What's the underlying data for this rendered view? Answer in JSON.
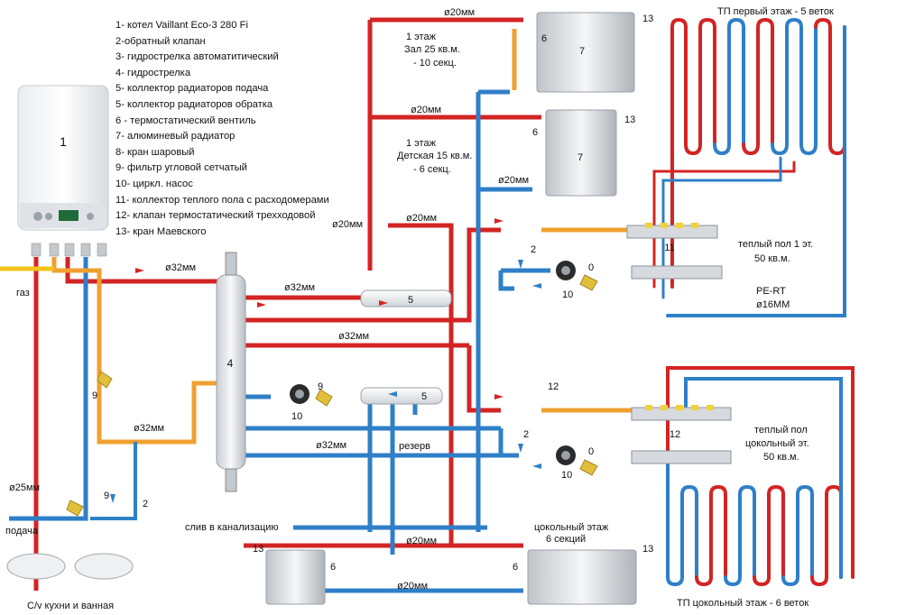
{
  "legend": [
    "1- котел Vaillant Eco-3 280 Fi",
    "2-обратный клапан",
    "3- гидрострелка автоматитический",
    "4- гидрострелка",
    "5- коллектор радиаторов подача",
    "5- коллектор радиаторов обратка",
    "6 - термостатический вентиль",
    "7- алюминевый радиатор",
    "8- кран шаровый",
    "9- фильтр угловой сетчатый",
    "10- циркл. насос",
    "11- коллектор теплого пола с расходомерами",
    "12- клапан термостатический трехходовой",
    "13- кран Маевского"
  ],
  "labels": {
    "boiler_num": "1",
    "gas": "газ",
    "supply": "подача",
    "sinks": "С/v кухни и ванная",
    "drain": "слив в канализацию",
    "reserve": "резерв",
    "hydro_num": "4",
    "coll5": "5",
    "room1_a": "1 этаж",
    "room1_b": "Зал 25 кв.м.",
    "room1_c": "- 10 секц.",
    "room2_a": "1 этаж",
    "room2_b": "Детская 15 кв.м.",
    "room2_c": "- 6 секц.",
    "base_a": "цокольный этаж",
    "base_b": "6 секций",
    "tp1_title": "ТП первый этаж - 5 веток",
    "tp1_a": "теплый пол 1 эт.",
    "tp1_b": "50 кв.м.",
    "pert_a": "PE-RT",
    "pert_b": "ø16ММ",
    "tp0_title": "ТП цокольный этаж - 6 веток",
    "tp0_a": "теплый пол",
    "tp0_b": "цокольный эт.",
    "tp0_c": "50 кв.м.",
    "d20": "ø20мм",
    "d32": "ø32мм",
    "d25": "ø25мм",
    "n2": "2",
    "n6": "6",
    "n7": "7",
    "n9": "9",
    "n10": "10",
    "n11": "11",
    "n12": "12",
    "n13": "13",
    "n0": "0"
  },
  "colors": {
    "supply": "#d32424",
    "return": "#2f7fc8",
    "dhw": "#f0a030",
    "gas": "#f2c318"
  }
}
